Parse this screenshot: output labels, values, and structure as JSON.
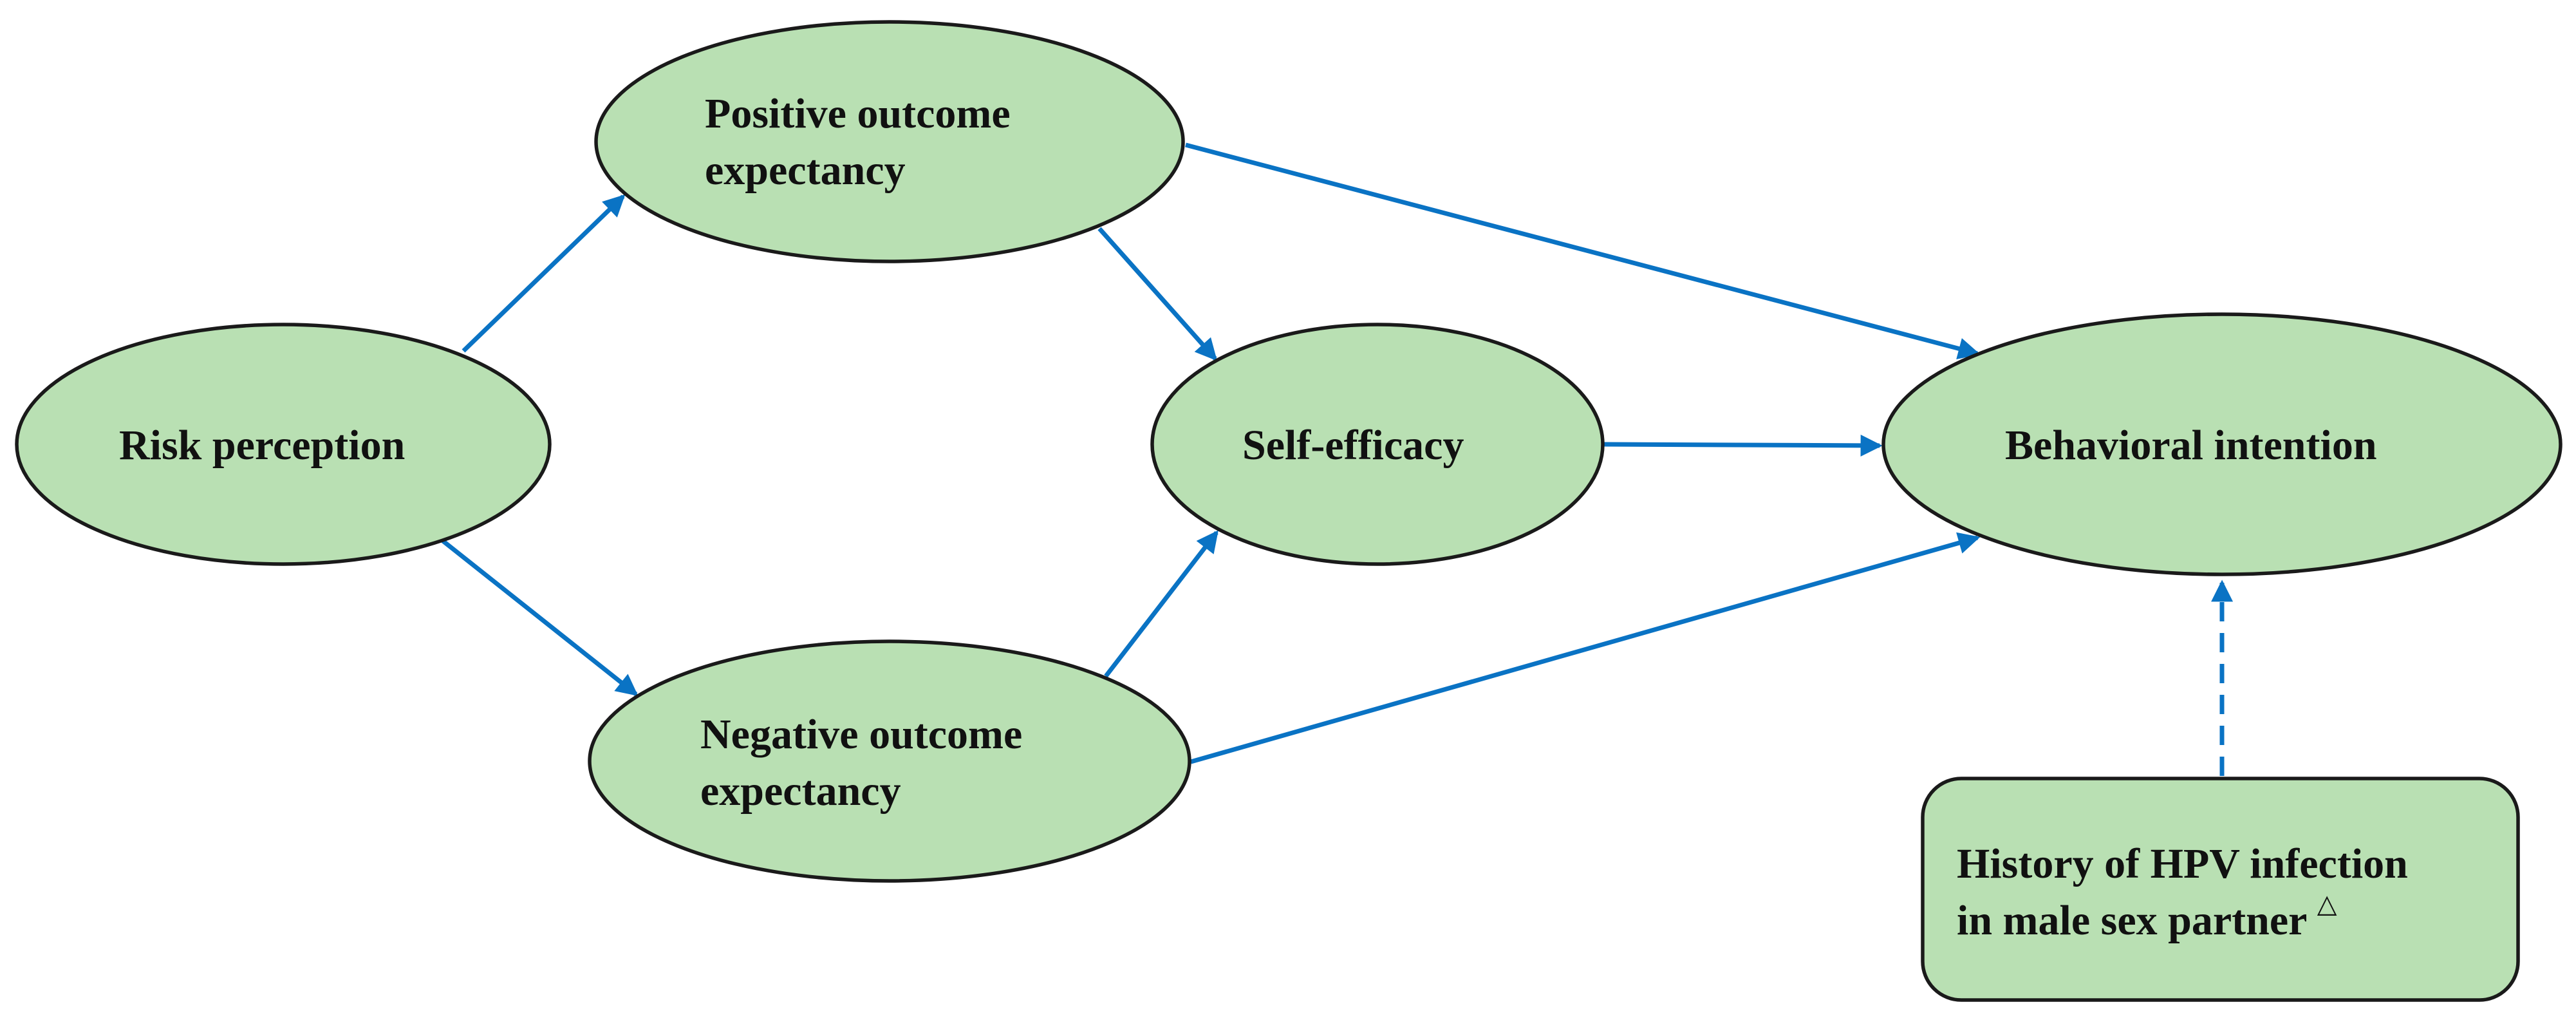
{
  "diagram": {
    "nodes": {
      "risk": {
        "lines": [
          "Risk perception"
        ]
      },
      "positive": {
        "lines": [
          "Positive outcome",
          "expectancy"
        ]
      },
      "negative": {
        "lines": [
          "Negative outcome",
          "expectancy"
        ]
      },
      "selfefficacy": {
        "lines": [
          "Self-efficacy"
        ]
      },
      "behavioral": {
        "lines": [
          "Behavioral intention"
        ]
      },
      "history": {
        "lines": [
          "History of HPV infection",
          "in male sex partner"
        ],
        "superscript": "△"
      }
    },
    "edges": [
      {
        "from": "risk",
        "to": "positive",
        "style": "solid"
      },
      {
        "from": "risk",
        "to": "negative",
        "style": "solid"
      },
      {
        "from": "positive",
        "to": "selfefficacy",
        "style": "solid"
      },
      {
        "from": "negative",
        "to": "selfefficacy",
        "style": "solid"
      },
      {
        "from": "positive",
        "to": "behavioral",
        "style": "solid"
      },
      {
        "from": "selfefficacy",
        "to": "behavioral",
        "style": "solid"
      },
      {
        "from": "negative",
        "to": "behavioral",
        "style": "solid"
      },
      {
        "from": "history",
        "to": "behavioral",
        "style": "dashed"
      }
    ],
    "colors": {
      "node_fill": "#b9e0b3",
      "node_stroke": "#1a1a1a",
      "arrow": "#0a73c4"
    }
  }
}
